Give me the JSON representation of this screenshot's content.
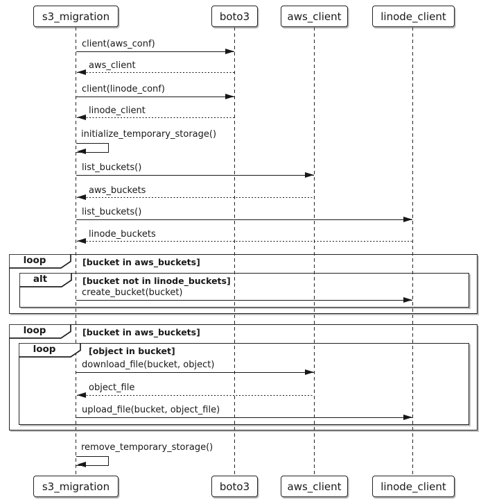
{
  "participants": [
    {
      "name": "s3_migration"
    },
    {
      "name": "boto3"
    },
    {
      "name": "aws_client"
    },
    {
      "name": "linode_client"
    }
  ],
  "messages": [
    {
      "label": "client(aws_conf)",
      "type": "call",
      "from": "s3_migration",
      "to": "boto3"
    },
    {
      "label": "aws_client",
      "type": "return",
      "from": "boto3",
      "to": "s3_migration"
    },
    {
      "label": "client(linode_conf)",
      "type": "call",
      "from": "s3_migration",
      "to": "boto3"
    },
    {
      "label": "linode_client",
      "type": "return",
      "from": "boto3",
      "to": "s3_migration"
    },
    {
      "label": "initialize_temporary_storage()",
      "type": "self",
      "from": "s3_migration",
      "to": "s3_migration"
    },
    {
      "label": "list_buckets()",
      "type": "call",
      "from": "s3_migration",
      "to": "aws_client"
    },
    {
      "label": "aws_buckets",
      "type": "return",
      "from": "aws_client",
      "to": "s3_migration"
    },
    {
      "label": "list_buckets()",
      "type": "call",
      "from": "s3_migration",
      "to": "linode_client"
    },
    {
      "label": "linode_buckets",
      "type": "return",
      "from": "linode_client",
      "to": "s3_migration"
    },
    {
      "label": "create_bucket(bucket)",
      "type": "call",
      "from": "s3_migration",
      "to": "linode_client"
    },
    {
      "label": "download_file(bucket, object)",
      "type": "call",
      "from": "s3_migration",
      "to": "aws_client"
    },
    {
      "label": "object_file",
      "type": "return",
      "from": "aws_client",
      "to": "s3_migration"
    },
    {
      "label": "upload_file(bucket, object_file)",
      "type": "call",
      "from": "s3_migration",
      "to": "linode_client"
    },
    {
      "label": "remove_temporary_storage()",
      "type": "self",
      "from": "s3_migration",
      "to": "s3_migration"
    }
  ],
  "frames": [
    {
      "operator": "loop",
      "guard": "[bucket in aws_buckets]"
    },
    {
      "operator": "alt",
      "guard": "[bucket not in linode_buckets]"
    },
    {
      "operator": "loop",
      "guard": "[bucket in aws_buckets]"
    },
    {
      "operator": "loop",
      "guard": "[object in bucket]"
    }
  ],
  "colors": {
    "line": "#181818",
    "frame_border": "#1f1f1f",
    "background": "#ffffff"
  }
}
